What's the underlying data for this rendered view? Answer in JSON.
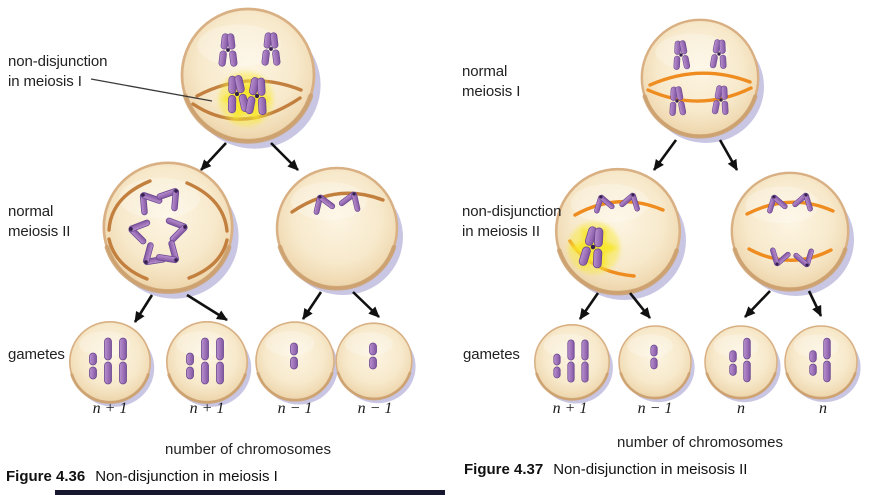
{
  "left_panel": {
    "label_top": [
      "non-disjunction",
      "in meiosis I"
    ],
    "label_middle": [
      "normal",
      "meiosis II"
    ],
    "label_gametes": "gametes",
    "gamete_labels": [
      "n + 1",
      "n + 1",
      "n − 1",
      "n − 1"
    ],
    "gamete_chromosome_counts": [
      3,
      3,
      1,
      1
    ],
    "axis_label": "number of chromosomes",
    "caption": {
      "number": "Figure 4.36",
      "text": "Non-disjunction in meiosis I"
    }
  },
  "right_panel": {
    "label_top": [
      "normal",
      "meiosis I"
    ],
    "label_middle": [
      "non-disjunction",
      "in meiosis II"
    ],
    "label_gametes": "gametes",
    "gamete_labels": [
      "n + 1",
      "n − 1",
      "n",
      "n"
    ],
    "gamete_chromosome_counts": [
      3,
      1,
      2,
      2
    ],
    "axis_label": "number of chromosomes",
    "caption": {
      "number": "Figure 4.37",
      "text": "Non-disjunction in meisosis II"
    }
  },
  "colors": {
    "cell_fill": "#f6e8cc",
    "cell_rim": "#d6ad80",
    "cell_shadow": "#c9c6e4",
    "chromosome": "#9a6fb4",
    "chromosome_outline": "#6b4890",
    "spindle_left_panel": "#c27f3e",
    "spindle_right_panel": "#ef8c1f",
    "nondisjunction_glow": "#f8e72e",
    "arrow": "#111111",
    "text": "#222222",
    "bottom_bar": "#17172f"
  }
}
